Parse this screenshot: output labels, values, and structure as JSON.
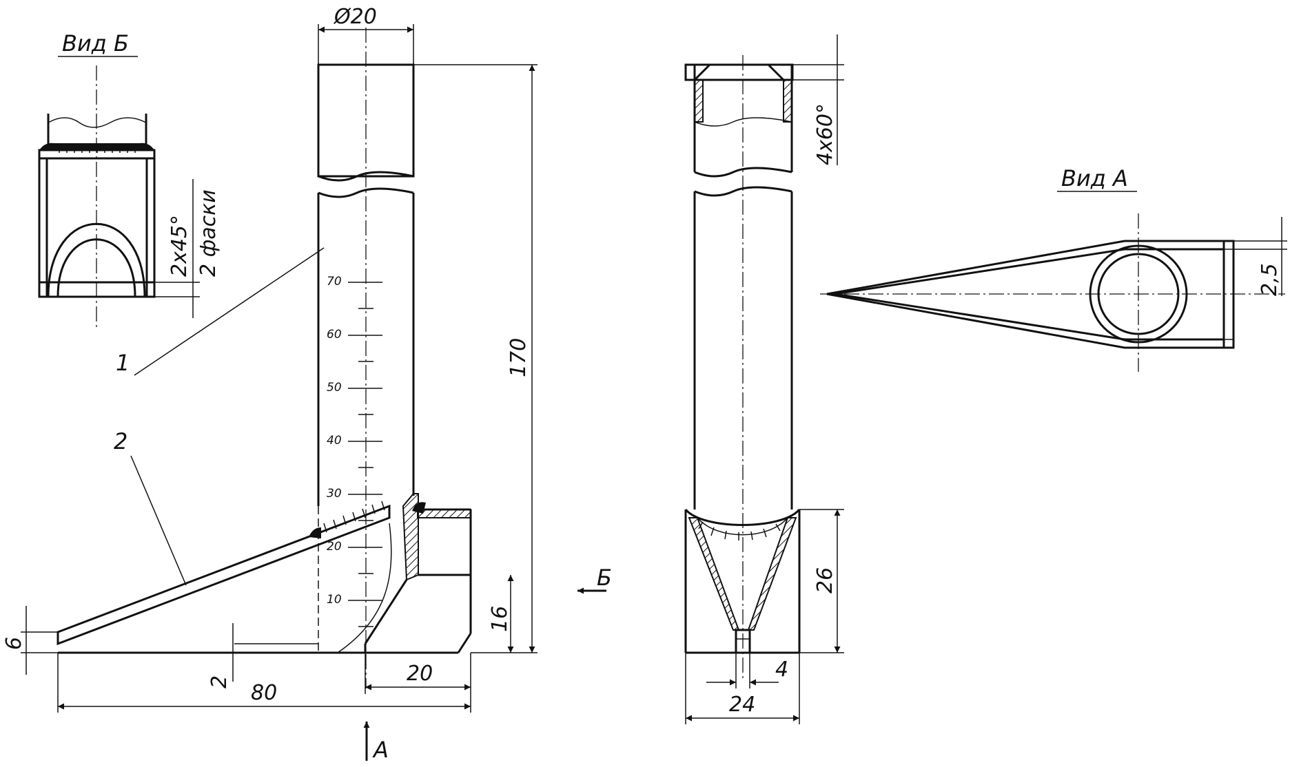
{
  "view_b": {
    "title": "Вид Б",
    "chamfer": "2x45°",
    "chamfer_note": "2 фаски"
  },
  "view_a": {
    "title": "Вид А",
    "dim_offset": "2,5"
  },
  "main_view": {
    "diameter": "Ø20",
    "height": "170",
    "base_height": "16",
    "base_thickness": "6",
    "gap": "2",
    "length": "80",
    "foot_length": "20",
    "part_1": "1",
    "part_2": "2",
    "arrow_a": "А",
    "arrow_b": "Б"
  },
  "scale_marks": [
    "10",
    "20",
    "30",
    "40",
    "50",
    "60",
    "70"
  ],
  "side_view": {
    "chamfer": "4x60°",
    "base_height": "26",
    "slot_width": "4",
    "width": "24"
  }
}
